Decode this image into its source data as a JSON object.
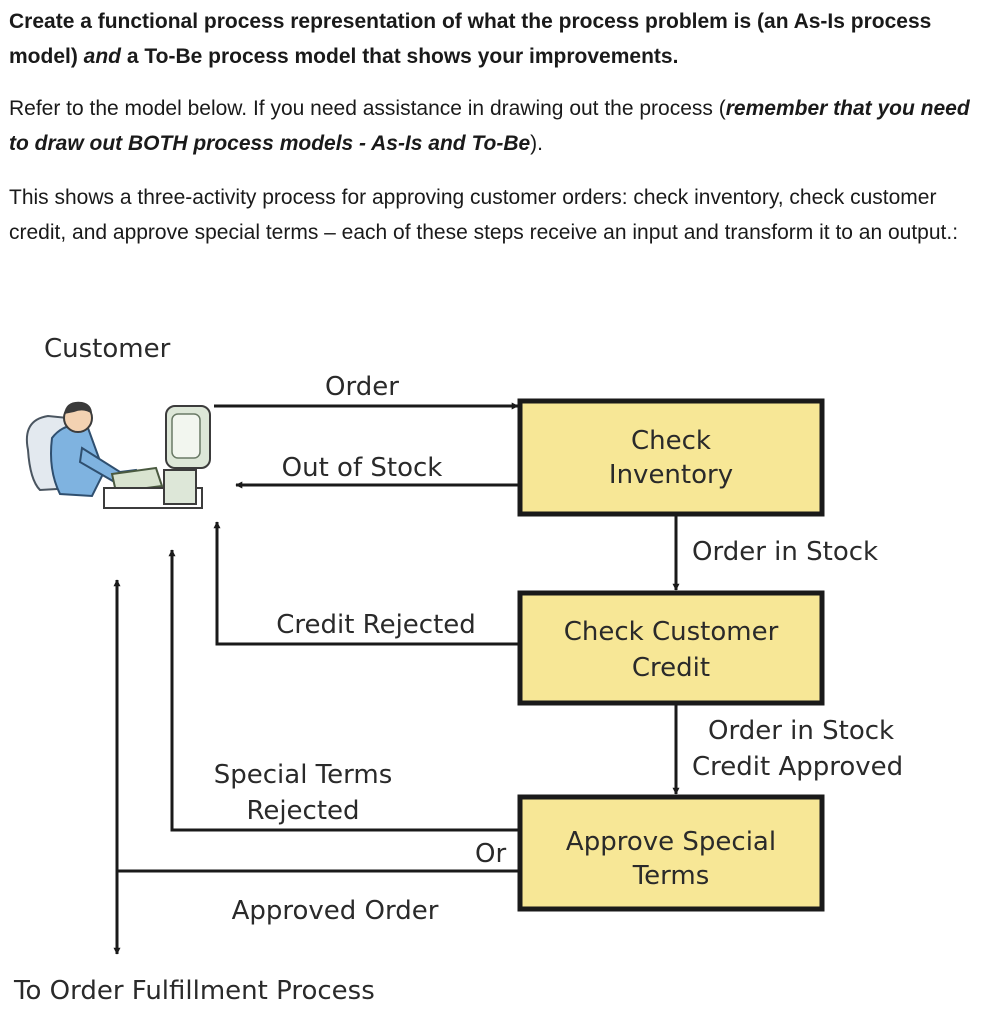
{
  "intro": {
    "p1": {
      "a": "Create a functional process representation of what the process problem is (an As-Is process model) ",
      "b": "and",
      "c": " a To-Be process model that shows your improvements."
    },
    "p2": {
      "a": "Refer to the model below.  If you need assistance in drawing out the process (",
      "b": "remember that you need to draw out BOTH process models - As-Is and To-Be",
      "c": ")."
    },
    "p3": "This shows a three-activity process for approving customer orders: check inventory, check customer credit, and approve special terms – each of these steps receive an input and transform it to an output.:"
  },
  "diagram": {
    "actor_label": "Customer",
    "actor_icon": "customer-at-computer-icon",
    "activities": [
      {
        "lines": [
          "Check",
          "Inventory"
        ]
      },
      {
        "lines": [
          "Check Customer",
          "Credit"
        ]
      },
      {
        "lines": [
          "Approve Special",
          "Terms"
        ]
      }
    ],
    "flows": {
      "order": "Order",
      "out_of_stock": "Out of Stock",
      "order_in_stock": "Order in Stock",
      "credit_rejected": "Credit Rejected",
      "order_in_stock_credit_approved": [
        "Order in Stock",
        "Credit Approved"
      ],
      "special_terms_rejected": [
        "Special Terms",
        "Rejected"
      ],
      "or": "Or",
      "approved_order": "Approved Order",
      "to_fulfillment": "To Order Fulfillment Process"
    },
    "colors": {
      "activity_fill": "#f7e796",
      "line": "#1a1a1a"
    }
  }
}
